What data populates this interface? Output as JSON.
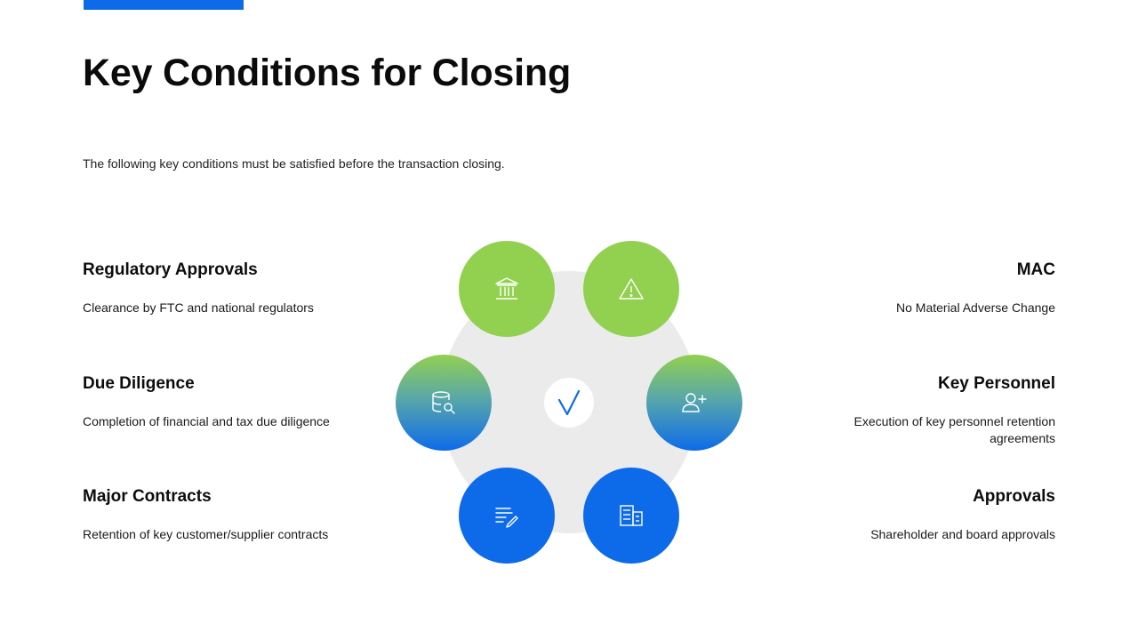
{
  "slide": {
    "title": "Key Conditions for Closing",
    "subtitle": "The following key conditions must be satisfied before the transaction closing.",
    "accent_color": "#0d6bea",
    "green_color": "#92d050"
  },
  "conditions_left": [
    {
      "title": "Regulatory Approvals",
      "desc": "Clearance by FTC and national regulators"
    },
    {
      "title": "Due Diligence",
      "desc": "Completion of financial and tax due diligence"
    },
    {
      "title": "Major Contracts",
      "desc": "Retention of key customer/supplier contracts"
    }
  ],
  "conditions_right": [
    {
      "title": "MAC",
      "desc": "No Material Adverse Change"
    },
    {
      "title": "Key Personnel",
      "desc": "Execution of key personnel retention agreements"
    },
    {
      "title": "Approvals",
      "desc": "Shareholder and board approvals"
    }
  ],
  "diagram": {
    "center_icon": "checkmark-icon",
    "nodes": [
      {
        "icon": "bank-icon",
        "color": "green"
      },
      {
        "icon": "warning-icon",
        "color": "green"
      },
      {
        "icon": "database-search-icon",
        "color": "gradient"
      },
      {
        "icon": "add-user-icon",
        "color": "gradient"
      },
      {
        "icon": "document-edit-icon",
        "color": "blue"
      },
      {
        "icon": "building-icon",
        "color": "blue"
      }
    ]
  }
}
